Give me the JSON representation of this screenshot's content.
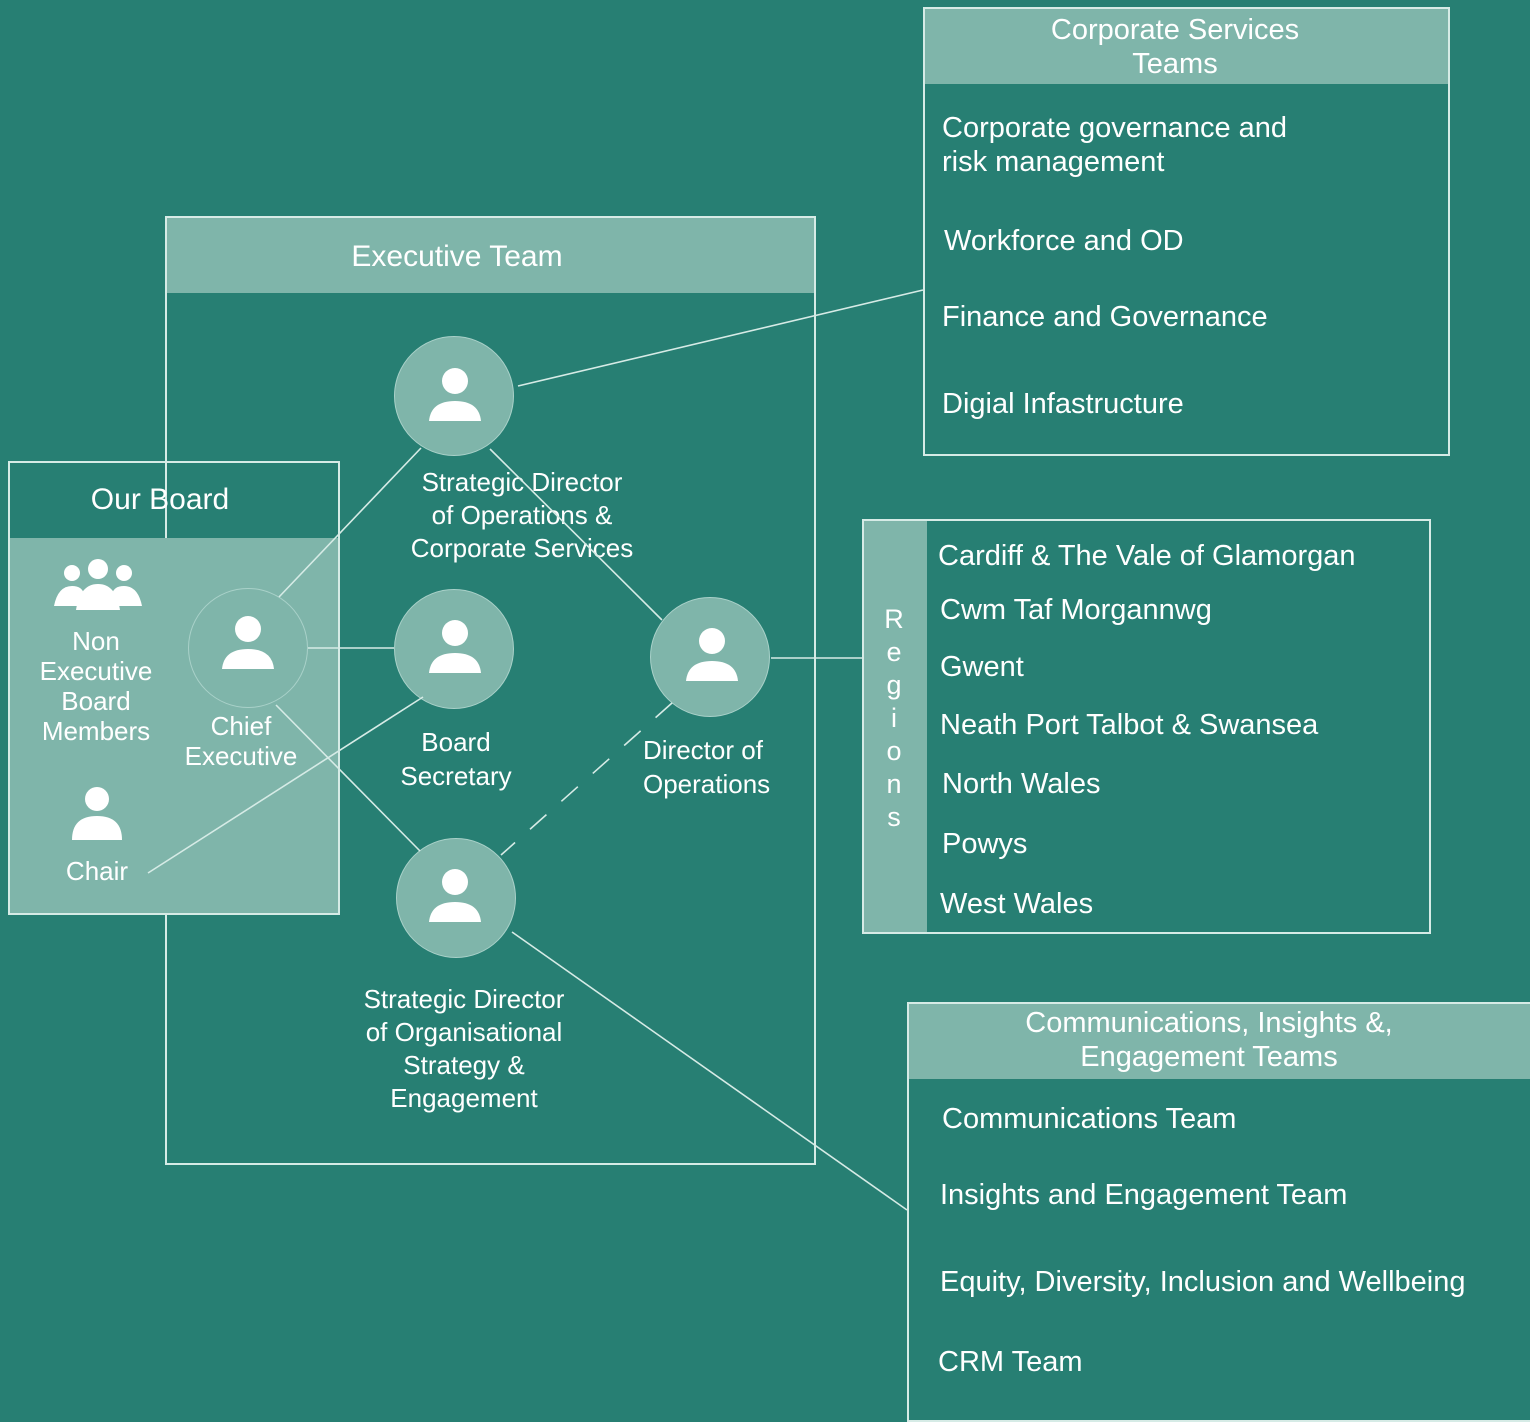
{
  "executive_team": {
    "title": "Executive Team"
  },
  "our_board": {
    "title": "Our Board",
    "non_exec": [
      "Non",
      "Executive",
      "Board",
      "Members"
    ],
    "chair": "Chair"
  },
  "people": {
    "chief_executive": [
      "Chief",
      "Executive"
    ],
    "sd_ops_corp": [
      "Strategic Director",
      "of Operations &",
      "Corporate Services"
    ],
    "board_secretary": [
      "Board",
      "Secretary"
    ],
    "director_operations": [
      "Director of",
      "Operations"
    ],
    "sd_org_strategy": [
      "Strategic Director",
      "of Organisational",
      "Strategy &",
      "Engagement"
    ]
  },
  "corporate_services": {
    "title": [
      "Corporate Services",
      "Teams"
    ],
    "items": [
      [
        "Corporate governance and",
        "risk management"
      ],
      [
        "Workforce and OD"
      ],
      [
        "Finance and Governance"
      ],
      [
        "Digial Infastructure"
      ]
    ]
  },
  "regions": {
    "label_letters": [
      "R",
      "e",
      "g",
      "i",
      "o",
      "n",
      "s"
    ],
    "items": [
      "Cardiff & The Vale of Glamorgan",
      "Cwm Taf Morgannwg",
      "Gwent",
      "Neath Port Talbot & Swansea",
      "North Wales",
      "Powys",
      "West Wales"
    ]
  },
  "communications": {
    "title": [
      "Communications, Insights &,",
      "Engagement Teams"
    ],
    "items": [
      "Communications Team",
      "Insights and Engagement Team",
      "Equity, Diversity, Inclusion and Wellbeing",
      "CRM Team"
    ]
  },
  "colors": {
    "background": "#277f73",
    "band": "#7fb5aa",
    "line": "#d6ebe6",
    "text": "#ffffff"
  }
}
